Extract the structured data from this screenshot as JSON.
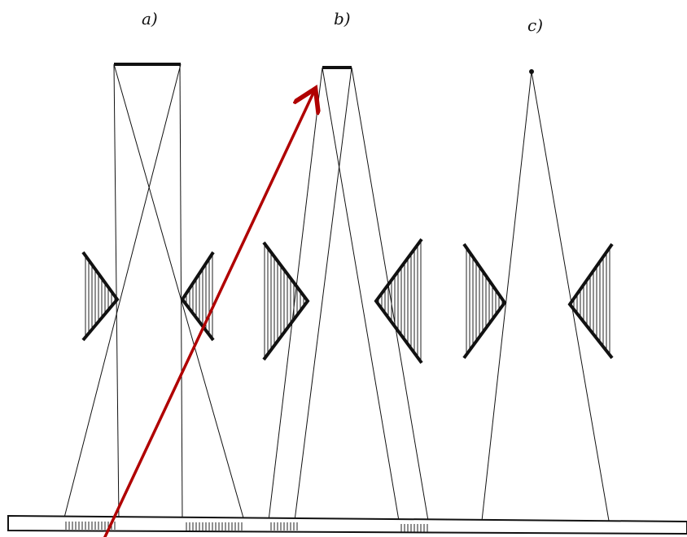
{
  "labels": {
    "a": "a)",
    "b": "b)",
    "c": "c)"
  },
  "colors": {
    "ink": "#111111",
    "arrow": "#b00000",
    "background": "#ffffff"
  },
  "icons": {
    "knife_edge": "v-shaped-knife-edge-icon",
    "pointer": "red-arrow-icon"
  }
}
